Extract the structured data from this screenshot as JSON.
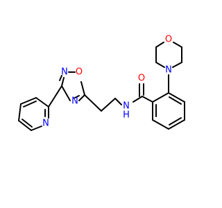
{
  "structure": {
    "atoms": {
      "o_morpholine": "O",
      "n_morpholine": "N",
      "o_carbonyl": "O",
      "n_amide": "N",
      "h_amide": "H",
      "n_oxadiazole_top": "N",
      "o_oxadiazole": "O",
      "n_oxadiazole_bottom": "N",
      "n_pyridine": "N"
    },
    "colors": {
      "bond": "#000000",
      "oxygen": "#ff0000",
      "nitrogen": "#0000ff",
      "hydrogen": "#0000ff"
    }
  }
}
